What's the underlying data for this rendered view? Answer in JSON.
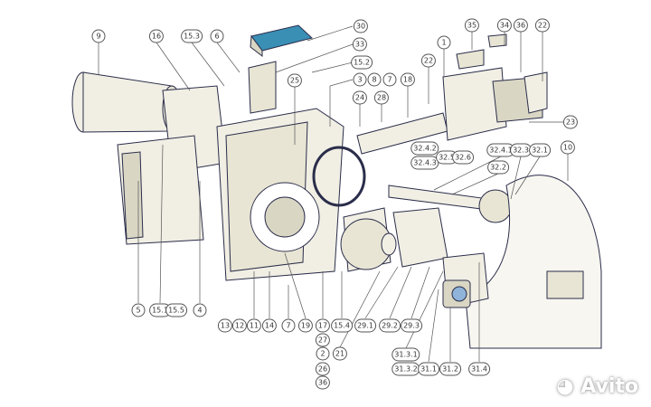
{
  "callouts": [
    "9",
    "16",
    "15.3",
    "6",
    "30",
    "33",
    "15.2",
    "3",
    "8",
    "7",
    "18",
    "24",
    "28",
    "22",
    "1",
    "35",
    "34",
    "36",
    "22",
    "25",
    "23",
    "10",
    "32.4.2",
    "32.4.3",
    "32.5",
    "32.6",
    "32.4.1",
    "32.3",
    "32.1",
    "32.2",
    "5",
    "15.1",
    "15.5",
    "4",
    "13",
    "12",
    "11",
    "14",
    "7",
    "19",
    "17",
    "15.4",
    "29.1",
    "29.2",
    "29.3",
    "27",
    "2",
    "26",
    "36",
    "21",
    "31.3.1",
    "31.3.2",
    "31.1",
    "31.2",
    "31.4"
  ],
  "watermark": "Avito",
  "colors": {
    "line": "#2a2d4a",
    "part_fill": "#f1efe4",
    "shade": "#d9d6c4",
    "panel": "#3a8fb5"
  }
}
